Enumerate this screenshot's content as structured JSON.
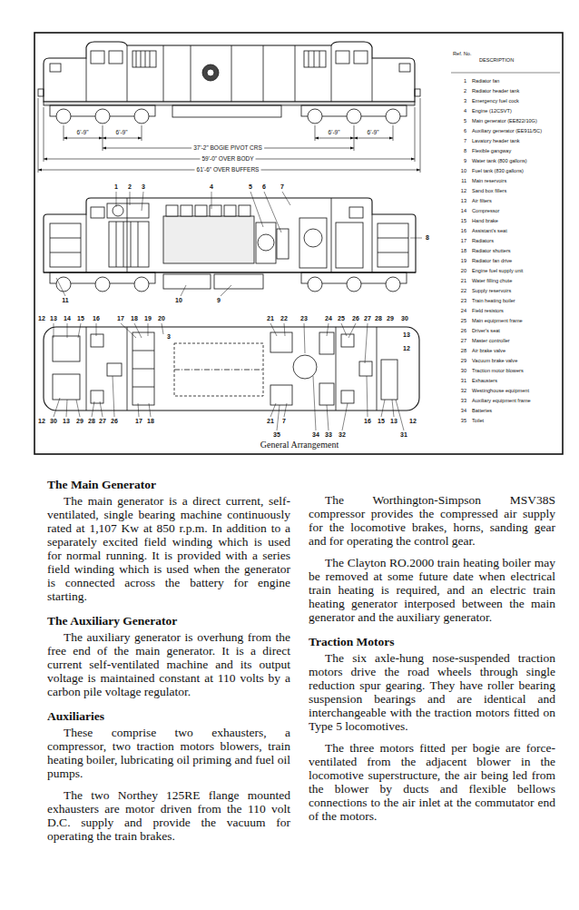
{
  "diagram": {
    "caption": "General Arrangement",
    "labels": [
      "6'-9\"",
      "6'-9\"",
      "6'-9\"",
      "6'-9\"",
      "37'-2\" BOGIE PIVOT CRS",
      "59'-0\" OVER BODY",
      "61'-6\" OVER BUFFERS",
      "Ref. No.",
      "DESCRIPTION",
      "1",
      "Radiator fan",
      "2",
      "Radiator header tank",
      "3",
      "Emergency fuel cock",
      "4",
      "Engine (12CSVT)",
      "5",
      "Main generator (EE822/10G)",
      "6",
      "Auxiliary generator (EE911/5C)",
      "7",
      "Lavatory header tank",
      "8",
      "Flexible gangway",
      "9",
      "Water tank (800 gallons)",
      "10",
      "Fuel tank (830 gallons)",
      "11",
      "Main reservoirs",
      "12",
      "Sand box fillers",
      "13",
      "Air filters",
      "14",
      "Compressor",
      "15",
      "Hand brake",
      "16",
      "Assistant's seat",
      "17",
      "Radiators",
      "18",
      "Radiator shutters",
      "19",
      "Radiator fan drive",
      "20",
      "Engine fuel supply unit",
      "21",
      "Water filling chute",
      "22",
      "Supply reservoirs",
      "23",
      "Train heating boiler",
      "24",
      "Field resistors",
      "25",
      "Main equipment frame",
      "26",
      "Driver's seat",
      "27",
      "Master controller",
      "28",
      "Air brake valve",
      "29",
      "Vacuum brake valve",
      "30",
      "Traction motor blowers",
      "31",
      "Exhausters",
      "32",
      "Westinghouse equipment",
      "33",
      "Auxiliary equipment frame",
      "34",
      "Batteries",
      "35",
      "Toilet",
      "1",
      "2",
      "3",
      "4",
      "5",
      "6",
      "7",
      "8",
      "11",
      "10",
      "9",
      "12",
      "13",
      "14",
      "15",
      "16",
      "17",
      "18",
      "19",
      "20",
      "3",
      "21",
      "22",
      "23",
      "24",
      "25",
      "26",
      "27",
      "28",
      "29",
      "30",
      "13",
      "12",
      "12",
      "30",
      "13",
      "29",
      "28",
      "27",
      "26",
      "17",
      "18",
      "21",
      "7",
      "35",
      "34",
      "33",
      "32",
      "16",
      "15",
      "13",
      "31",
      "12",
      "The Main Generator",
      "The main generator is a direct current, self-ventilated, single bearing machine continuously rated at 1,107 Kw at 850 r.p.m. In addition to a separately excited field winding which is used for normal running. It is provided with a series field winding which is used when the generator is connected across the battery for engine starting.",
      "The Auxiliary Generator",
      "The auxiliary generator is overhung from the free end of the main generator. It is a direct current self-ventilated machine and its output voltage is maintained constant at 110 volts by a carbon pile voltage regulator.",
      "Auxiliaries",
      "These comprise two exhausters, a compressor, two traction motors blowers, train heating boiler, lubricating oil priming and fuel oil pumps.",
      "The two Northey 125RE flange mounted exhausters are motor driven from the 110 volt D.C. supply and provide the vacuum for operating the train brakes.",
      "The Worthington-Simpson MSV38S compressor provides the compressed air supply for the locomotive brakes, horns, sanding gear and for operating the control gear.",
      "The Clayton RO.2000 train heating boiler may be removed at some future date when electrical train heating is required, and an electric train heating generator interposed between the main generator and the auxiliary generator.",
      "Traction Motors",
      "The six axle-hung nose-suspended traction motors drive the road wheels through single reduction spur gearing. They have roller bearing suspension bearings and are identical and interchangeable with the traction motors fitted on Type 5 locomotives.",
      "The three motors fitted per bogie are force-ventilated from the adjacent blower in the locomotive superstructure, the air being led from the blower by ducts and flexible bellows connections to the air inlet at the commutator end of the motors."
    ]
  }
}
